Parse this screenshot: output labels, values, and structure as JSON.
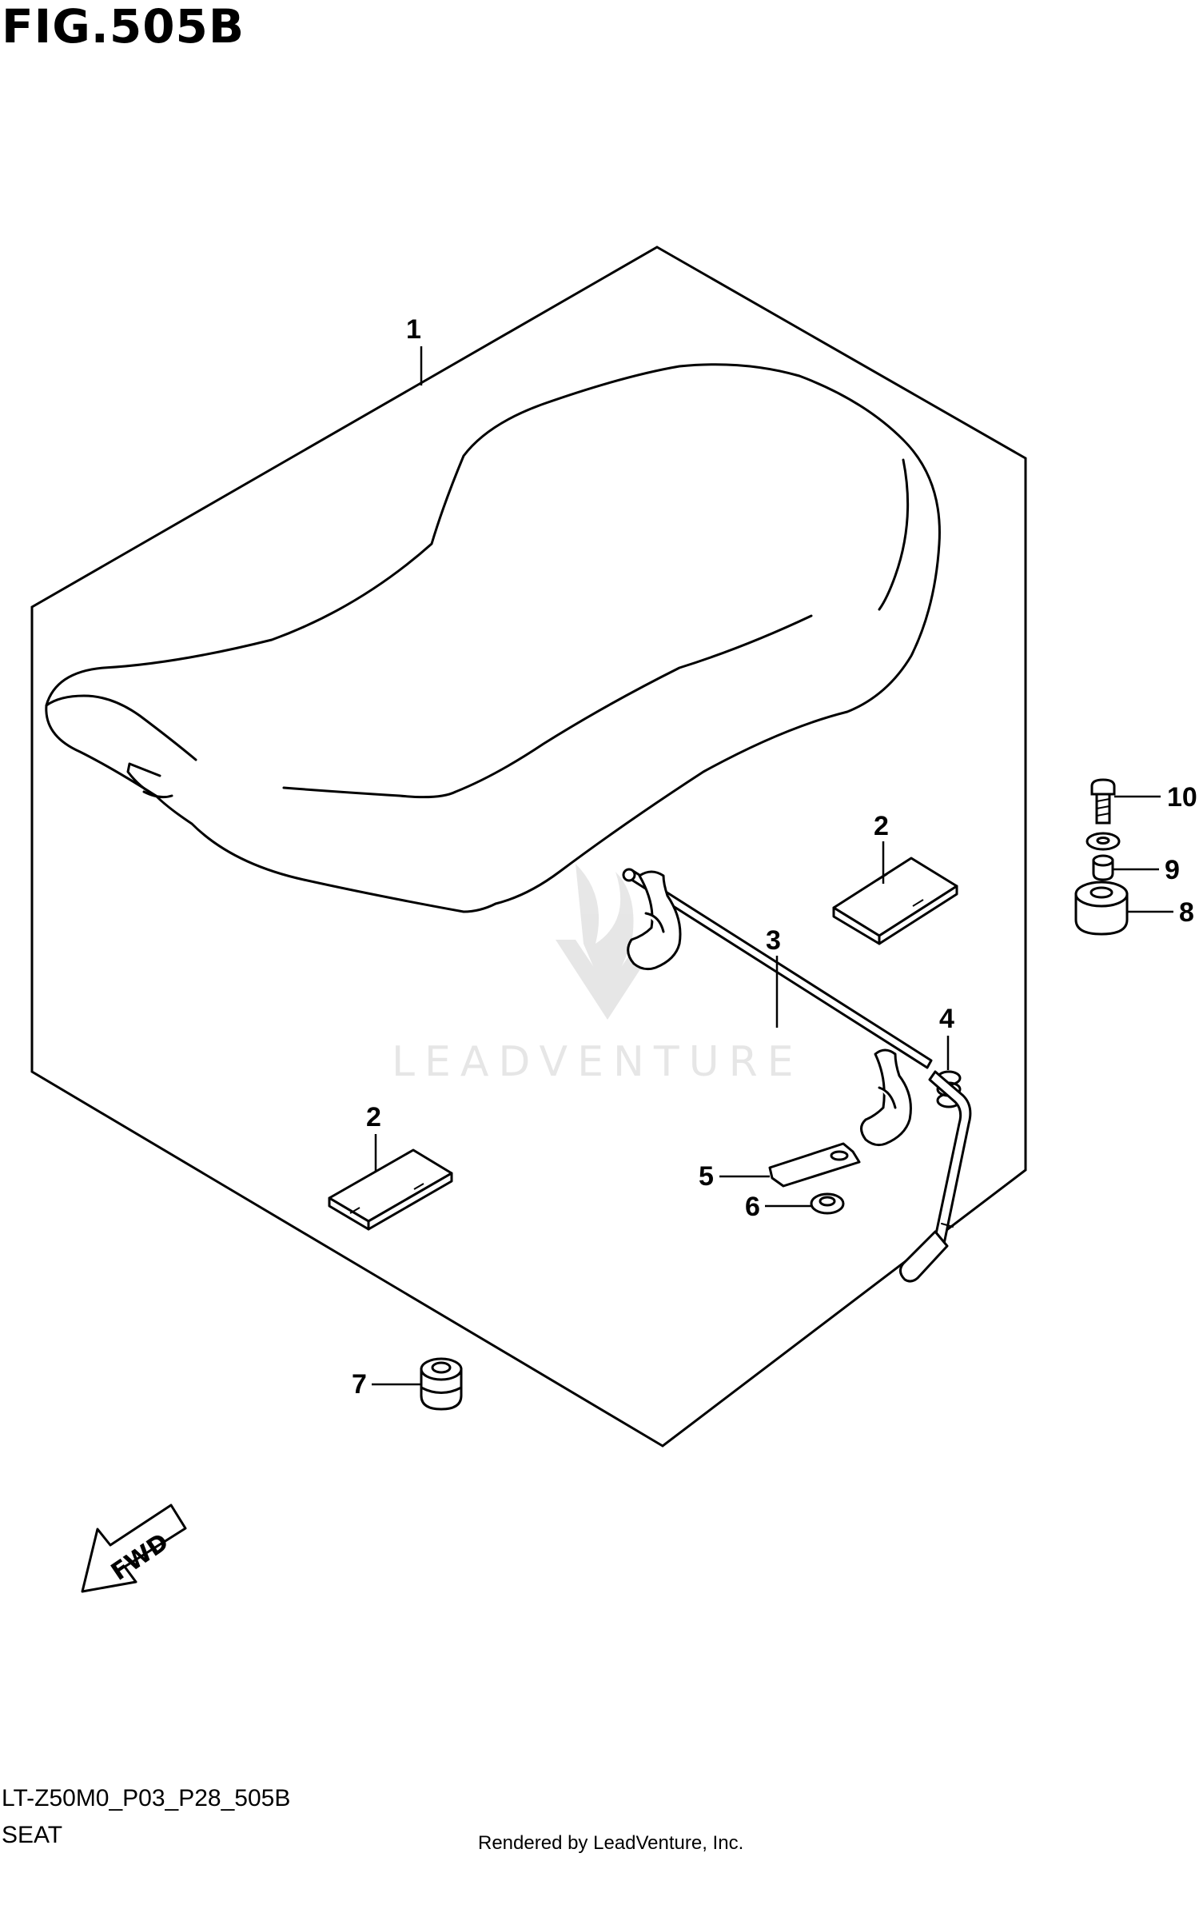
{
  "figure": {
    "title": "FIG.505B",
    "code": "LT-Z50M0_P03_P28_505B",
    "name": "SEAT"
  },
  "watermark": {
    "text": "LEADVENTURE"
  },
  "fwd_label": "FWD",
  "callouts": {
    "c1": "1",
    "c2a": "2",
    "c2b": "2",
    "c3": "3",
    "c4": "4",
    "c5": "5",
    "c6": "6",
    "c7": "7",
    "c8": "8",
    "c9": "9",
    "c10": "10"
  },
  "footer": {
    "rendered_by": "Rendered by LeadVenture, Inc."
  }
}
